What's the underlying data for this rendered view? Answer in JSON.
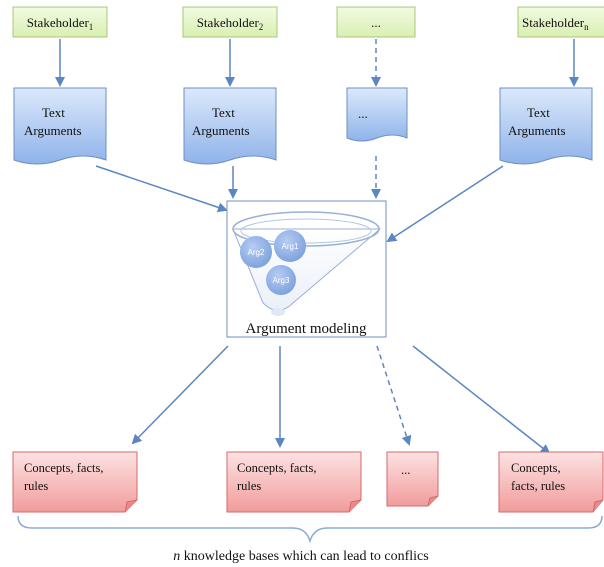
{
  "stakeholders": [
    {
      "base": "Stakeholder",
      "sub": "1"
    },
    {
      "base": "Stakeholder",
      "sub": "2"
    },
    {
      "base": "...",
      "sub": ""
    },
    {
      "base": "Stakeholder",
      "sub": "n"
    }
  ],
  "documents": [
    {
      "lines": [
        "Text",
        "Arguments"
      ]
    },
    {
      "lines": [
        "Text",
        "Arguments"
      ]
    },
    {
      "lines": [
        "..."
      ]
    },
    {
      "lines": [
        "Text",
        "Arguments"
      ]
    }
  ],
  "funnel": {
    "label": "Argument modeling",
    "args": [
      "Arg1",
      "Arg2",
      "Arg3"
    ]
  },
  "knowledge_bases": [
    {
      "lines": [
        "Concepts, facts,",
        "rules"
      ]
    },
    {
      "lines": [
        "Concepts, facts,",
        "rules"
      ]
    },
    {
      "lines": [
        "..."
      ]
    },
    {
      "lines": [
        "Concepts,",
        "facts, rules"
      ]
    }
  ],
  "footer": {
    "italic": "n",
    "text": " knowledge bases which can lead to conflics"
  },
  "colors": {
    "stakeholder_fill": "#e6f5c8",
    "stakeholder_stroke": "#a8c878",
    "doc_fill_top": "#dce9fb",
    "doc_fill_bottom": "#8fb3ea",
    "doc_stroke": "#6e8fc4",
    "kb_fill_top": "#fde2e2",
    "kb_fill_bottom": "#f19c9c",
    "kb_stroke": "#d46a6a",
    "arrow": "#5b86c2",
    "brace": "#8aaad6"
  }
}
